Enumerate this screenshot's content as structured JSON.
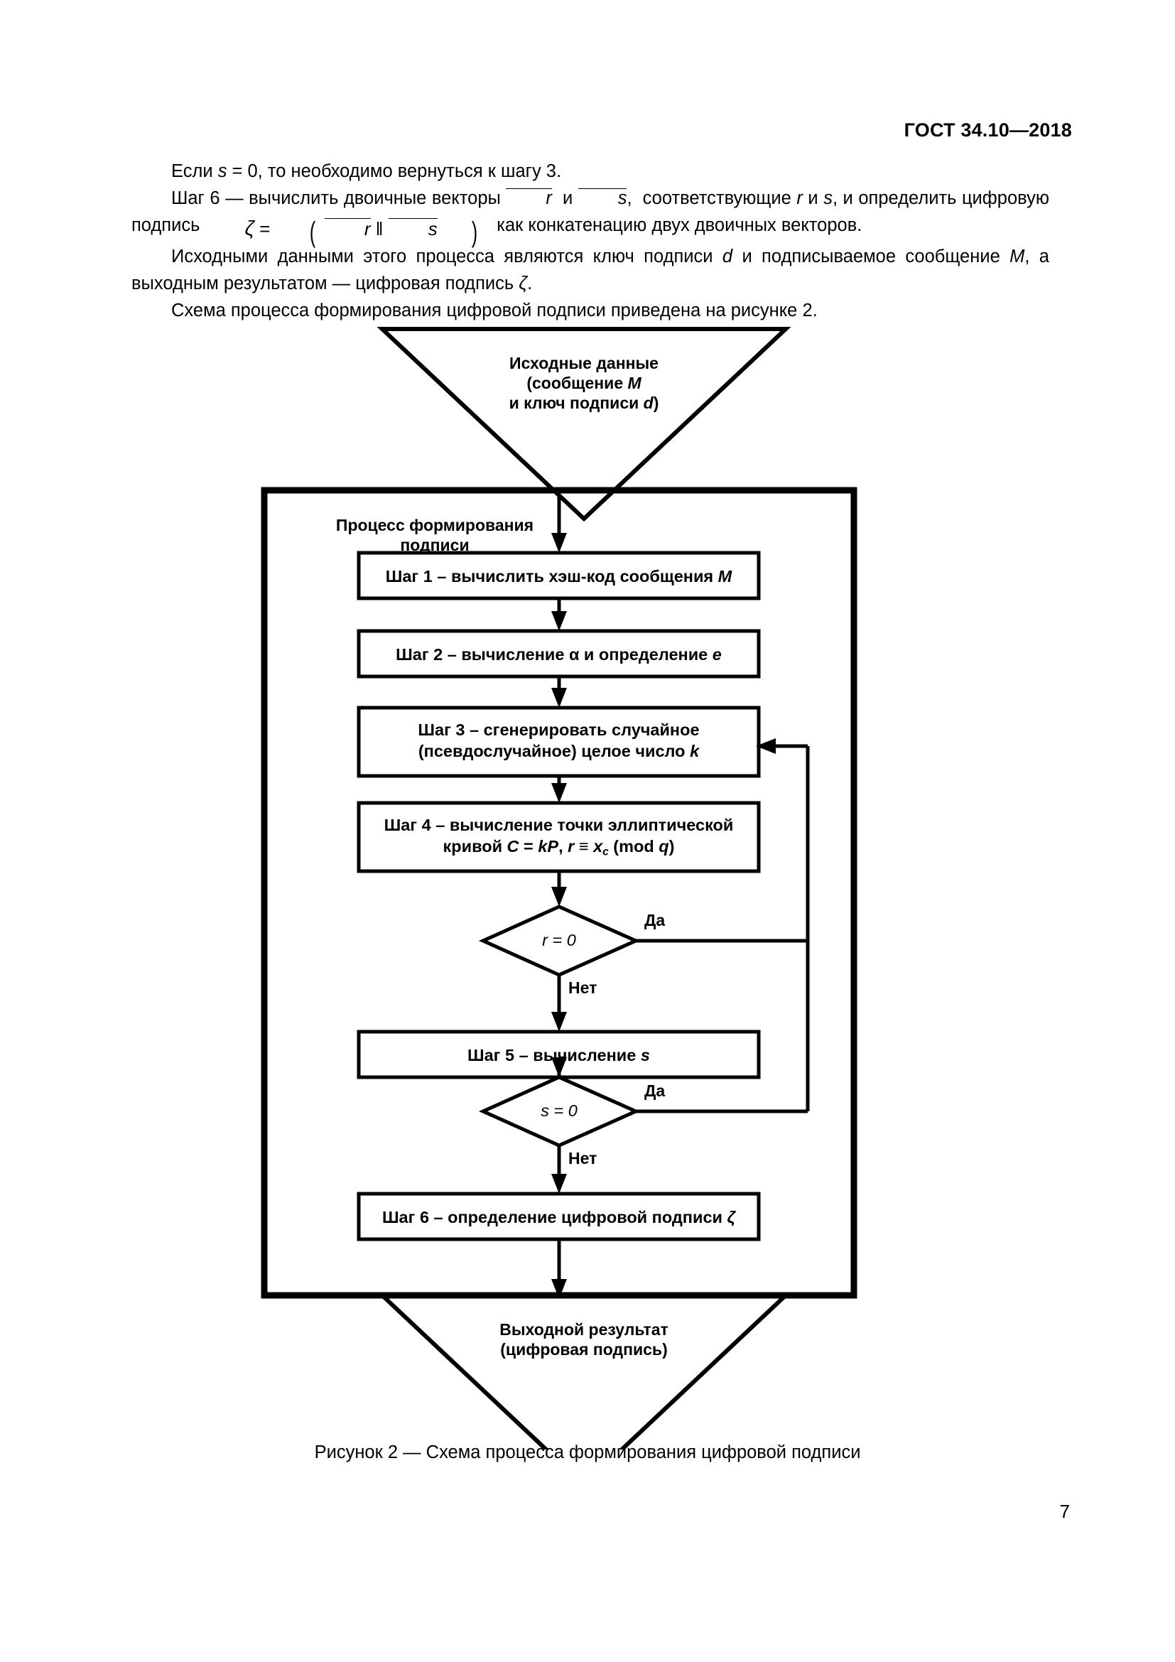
{
  "header": {
    "standard": "ГОСТ 34.10—2018"
  },
  "body": {
    "p1": "Если s = 0, то необходимо вернуться к шагу 3.",
    "p2_a": "Шаг 6 — вычислить двоичные векторы",
    "p2_r": "r",
    "p2_and": "и",
    "p2_s": "s",
    "p2_b": ", соответствующие r и s, и определить цифровую подпись",
    "p2_zeta": "ζ",
    "p2_eq": "=",
    "p2_sep": "‖",
    "p2_c": "как конкатенацию двух двоичных векторов.",
    "p3": "Исходными данными этого процесса являются ключ подписи d и подписываемое сообщение M, а выходным результатом — цифровая подпись ζ.",
    "p4": "Схема процесса формирования цифровой подписи приведена на рисунке 2."
  },
  "figure": {
    "input_node": {
      "line1": "Исходные данные",
      "line2": "(сообщение M",
      "line3": "и ключ подписи d)"
    },
    "process_title": {
      "line1": "Процесс формирования",
      "line2": "подписи"
    },
    "steps": [
      {
        "id": "step1",
        "lines": [
          "Шаг 1 – вычислить хэш-код сообщения M"
        ]
      },
      {
        "id": "step2",
        "lines": [
          "Шаг 2 – вычисление α и определение e"
        ]
      },
      {
        "id": "step3",
        "lines": [
          "Шаг 3 – сгенерировать случайное",
          "(псевдослучайное) целое число k"
        ]
      },
      {
        "id": "step4",
        "lines": [
          "Шаг 4 – вычисление точки эллиптической",
          "кривой C = kP, r ≡ x",
          "(mod q)"
        ]
      },
      {
        "id": "step5",
        "lines": [
          "Шаг 5 – вычисление s"
        ]
      },
      {
        "id": "step6",
        "lines": [
          "Шаг 6 – определение цифровой подписи ζ"
        ]
      }
    ],
    "decisions": [
      {
        "id": "decision-r",
        "condition": "r = 0",
        "yes": "Да",
        "no": "Нет"
      },
      {
        "id": "decision-s",
        "condition": "s = 0",
        "yes": "Да",
        "no": "Нет"
      }
    ],
    "output_node": {
      "line1": "Выходной результат",
      "line2": "(цифровая подпись)"
    },
    "step4_sub": "c"
  },
  "caption": "Рисунок 2 — Схема процесса формирования цифровой подписи",
  "page_number": "7",
  "colors": {
    "ink": "#000000",
    "paper": "#ffffff"
  }
}
